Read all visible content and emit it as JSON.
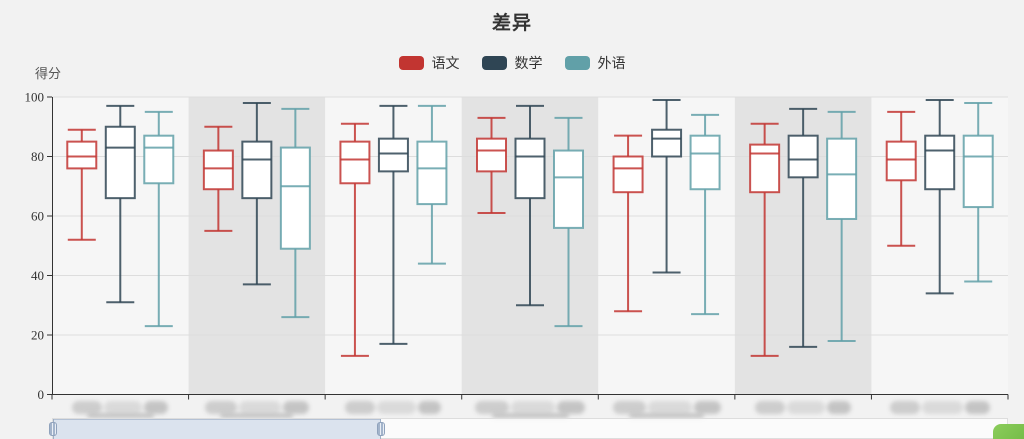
{
  "chart_data": {
    "type": "boxplot",
    "title": "差异",
    "ylabel": "得分",
    "ylim": [
      0,
      100
    ],
    "yticks": [
      0,
      20,
      40,
      60,
      80,
      100
    ],
    "category_count": 7,
    "categories_redacted": true,
    "categories_note": "x-axis category labels are blurred/unreadable in the screenshot",
    "legend_position": "top-center",
    "grid": true,
    "box_value_order": [
      "min",
      "q1",
      "median",
      "q3",
      "max"
    ],
    "series": [
      {
        "name": "语文",
        "color": "#c23531",
        "boxes": [
          [
            52,
            76,
            80,
            85,
            89
          ],
          [
            55,
            69,
            76,
            82,
            90
          ],
          [
            13,
            71,
            79,
            85,
            91
          ],
          [
            61,
            75,
            82,
            86,
            93
          ],
          [
            28,
            68,
            76,
            80,
            87
          ],
          [
            13,
            68,
            81,
            84,
            91
          ],
          [
            50,
            72,
            79,
            85,
            95
          ]
        ]
      },
      {
        "name": "数学",
        "color": "#2f4554",
        "boxes": [
          [
            31,
            66,
            83,
            90,
            97
          ],
          [
            37,
            66,
            79,
            85,
            98
          ],
          [
            17,
            75,
            81,
            86,
            97
          ],
          [
            30,
            66,
            80,
            86,
            97
          ],
          [
            41,
            80,
            86,
            89,
            99
          ],
          [
            16,
            73,
            79,
            87,
            96
          ],
          [
            34,
            69,
            82,
            87,
            99
          ]
        ]
      },
      {
        "name": "外语",
        "color": "#61a0a8",
        "boxes": [
          [
            23,
            71,
            83,
            87,
            95
          ],
          [
            26,
            49,
            70,
            83,
            96
          ],
          [
            44,
            64,
            76,
            85,
            97
          ],
          [
            23,
            56,
            73,
            82,
            93
          ],
          [
            27,
            69,
            81,
            87,
            94
          ],
          [
            18,
            59,
            74,
            86,
            95
          ],
          [
            38,
            63,
            80,
            87,
            98
          ]
        ]
      }
    ],
    "colors": {
      "axis": "#333333",
      "gridline": "#dddddd",
      "tick_label": "#333333",
      "split_area_light": "#f6f6f6",
      "split_area_dark": "#e3e3e3",
      "box_fill": "#ffffff"
    }
  },
  "datazoom": {
    "window_start_pct": 0,
    "window_end_pct": 34.3,
    "fill_color": "#dbe3ee",
    "handle_color": "#a3b4cb"
  },
  "corner_button": {
    "color": "#72bf44"
  }
}
